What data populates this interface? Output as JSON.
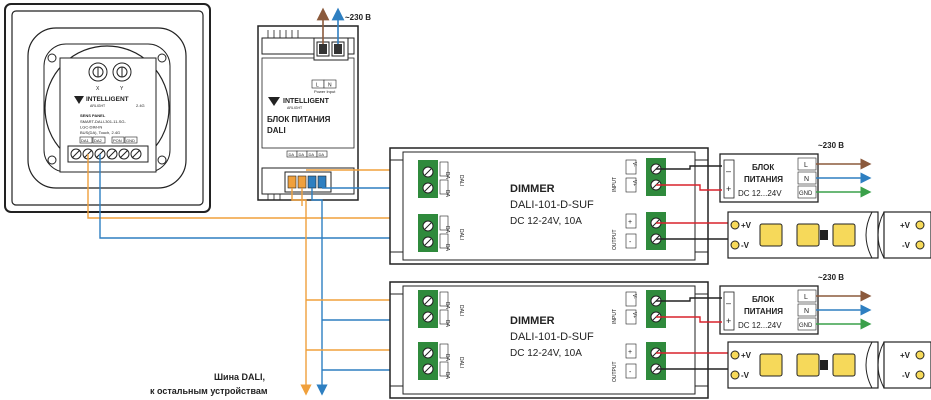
{
  "mains_label": "~230 В",
  "panel": {
    "brand": "INTELLIGENT",
    "brand_sub": "ARLIGHT",
    "dial_x": "X",
    "dial_y": "Y",
    "dial_unit": "2.4G",
    "name": "SENS PANEL",
    "model": "SMART-DALI-301-11-SG-",
    "model2": "LGC-DIM-IN",
    "spec": "BUS(DA), Touch, 2.4G",
    "terminals": [
      "DA1",
      "DA2",
      "PON",
      "GND"
    ]
  },
  "psu_dali": {
    "brand": "INTELLIGENT",
    "brand_sub": "ARLIGHT",
    "title": "БЛОК ПИТАНИЯ",
    "subtitle": "DALI",
    "power_input": "Power Input",
    "top_terms": [
      "L",
      "N"
    ],
    "bottom_terms": [
      "DA",
      "DA",
      "DA",
      "DA"
    ]
  },
  "dimmer": {
    "title": "DIMMER",
    "model": "DALI-101-D-SUF",
    "spec": "DC 12-24V, 10A",
    "dali_label": "DALI",
    "da_label": "DA",
    "input_label": "INPUT",
    "output_label": "OUTPUT",
    "v_plus": "V+",
    "v_minus": "V-",
    "plus": "+",
    "minus": "-"
  },
  "psu_led": {
    "title": "БЛОК",
    "title2": "ПИТАНИЯ",
    "spec": "DC 12...24V",
    "plus": "+",
    "minus": "–",
    "terminals": [
      "L",
      "N",
      "GND"
    ]
  },
  "strip": {
    "plus": "+V",
    "minus": "-V"
  },
  "bus": {
    "line1": "Шина DALI,",
    "line2": "к остальным устройствам"
  },
  "colors": {
    "dali_orange": "#f0a03c",
    "dali_blue": "#2e7fc1",
    "dc_red": "#d8222c",
    "ac_brown": "#8b5a3c",
    "gnd_green": "#3aa04a",
    "terminal_green": "#2f8a3c",
    "led_yellow": "#f6d95a"
  }
}
